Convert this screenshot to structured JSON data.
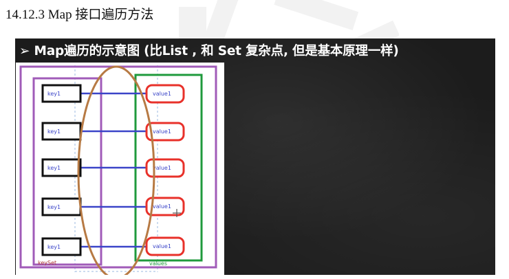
{
  "page": {
    "heading": "14.12.3 Map 接口遍历方法"
  },
  "slide": {
    "title": "➢ Map遍历的示意图 (比List , 和 Set 复杂点, 但是基本原理一样)"
  },
  "diagram": {
    "keys": [
      "key1",
      "key1",
      "key1",
      "key1",
      "key1"
    ],
    "values": [
      "value1",
      "value1",
      "value1",
      "value1",
      "value1"
    ],
    "keyset_label": "keySet",
    "values_label": "values"
  },
  "colors": {
    "key_border": "#111111",
    "value_border": "#e8312a",
    "connector": "#3a44c8",
    "keyset_box": "#a05bb8",
    "values_box": "#1f9a3c",
    "ellipse": "#b77a44",
    "slide_bg": "#1d1d1d"
  }
}
